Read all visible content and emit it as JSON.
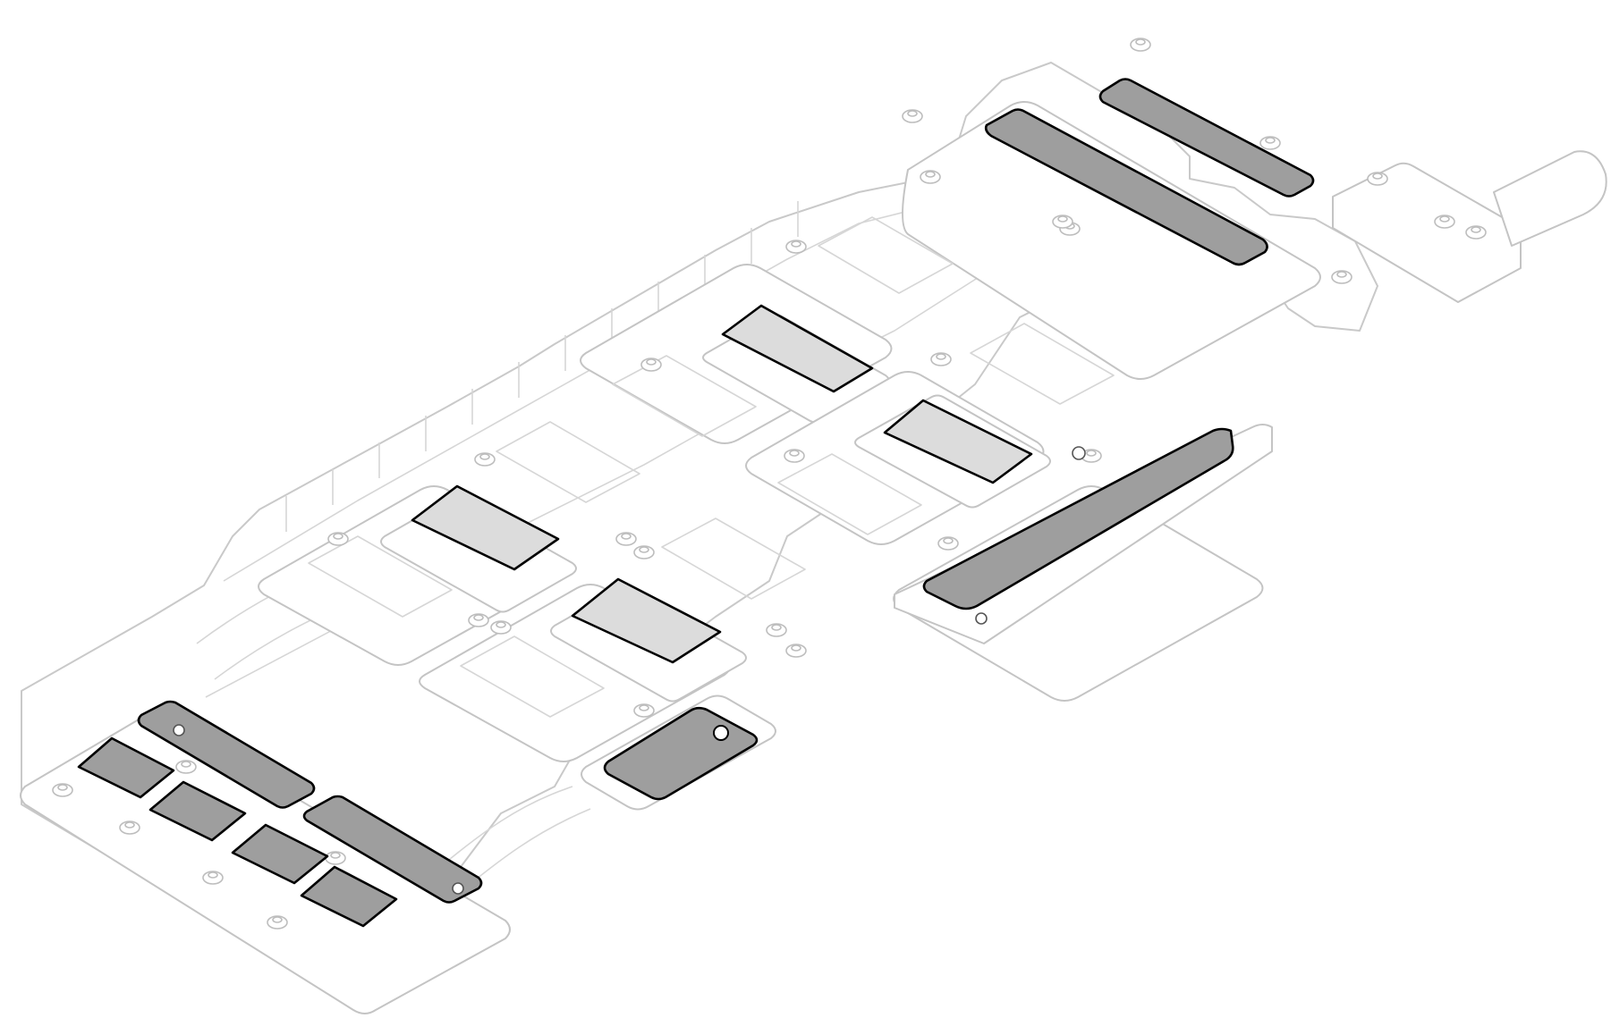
{
  "diagram": {
    "kind": "isometric-exploded-illustration",
    "subject": "cold-plate-assembly-with-thermal-pads",
    "colors": {
      "background": "#ffffff",
      "line_art": "#c6c6c6",
      "dark_pad": "#9e9e9e",
      "light_pad": "#dcdcdc",
      "pad_outline": "#000000"
    },
    "highlighted_parts": {
      "dark_pads": 10,
      "light_pads": 4
    }
  }
}
